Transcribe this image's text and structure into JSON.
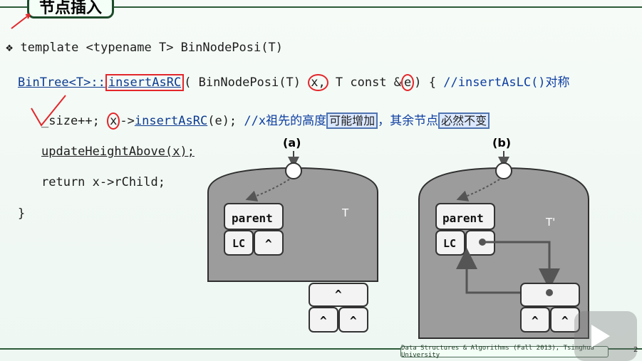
{
  "title": "节点插入",
  "code": {
    "line1": "template <typename T> BinNodePosi(T)",
    "line2": {
      "class": "BinTree<T>::",
      "method": "insertAsRC",
      "open": "(",
      "param_type": " BinNodePosi(T) ",
      "x": "x,",
      "mid": " T const &",
      "e": "e",
      "close": ") { ",
      "comment": "//insertAsLC()对称"
    },
    "line3": {
      "prefix": "_size++; ",
      "x": "x",
      "arrow": "->",
      "call": "insertAsRC",
      "args": "(e);",
      "comment": " //x祖先的高度",
      "tag1": "可能增加",
      "comment2": "，其余节点",
      "tag2": "必然不变"
    },
    "line4": "updateHeightAbove(x);",
    "line5": "return x->rChild;",
    "line6": "}"
  },
  "diagram": {
    "label_a": "(a)",
    "label_b": "(b)",
    "parent": "parent",
    "lc": "LC",
    "caret": "^",
    "tree_label_a": "T",
    "tree_label_b": "T'"
  },
  "footer": "Data Structures & Algorithms (Fall 2013), Tsinghua University",
  "page": "2"
}
